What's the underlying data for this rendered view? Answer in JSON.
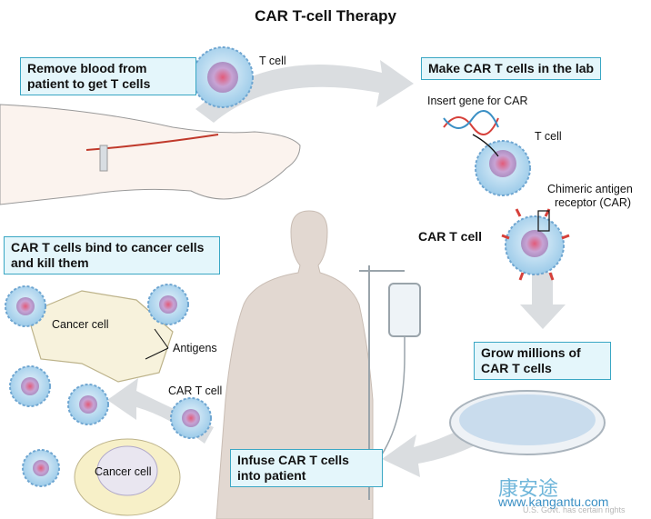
{
  "title": "CAR T-cell Therapy",
  "steps": {
    "step1": "Remove blood from patient to get T cells",
    "step2": "Make CAR T cells in the lab",
    "step3": "Grow millions of CAR T cells",
    "step4": "Infuse CAR T cells into patient",
    "step5": "CAR T cells bind to cancer cells and kill them"
  },
  "labels": {
    "t_cell_top": "T cell",
    "insert_gene": "Insert gene for CAR",
    "t_cell_lab": "T cell",
    "car_receptor_line1": "Chimeric antigen",
    "car_receptor_line2": "receptor (CAR)",
    "car_t_cell_lab": "CAR T cell",
    "cancer_cell_1": "Cancer cell",
    "antigens": "Antigens",
    "car_t_cell_infuse": "CAR T cell",
    "cancer_cell_2": "Cancer cell"
  },
  "watermark": {
    "chinese": "康安途",
    "url": "www.kangantu.com",
    "rights": "U.S. Govt. has certain rights"
  },
  "colors": {
    "box_fill": "#e4f6fb",
    "box_border": "#3aa7c4",
    "arrow": "#d9dcdf",
    "cell_blue": "#8dc4e8",
    "nucleus": "#b79cc9",
    "receptor_red": "#d6403a",
    "silhouette": "#ddd3cc"
  }
}
